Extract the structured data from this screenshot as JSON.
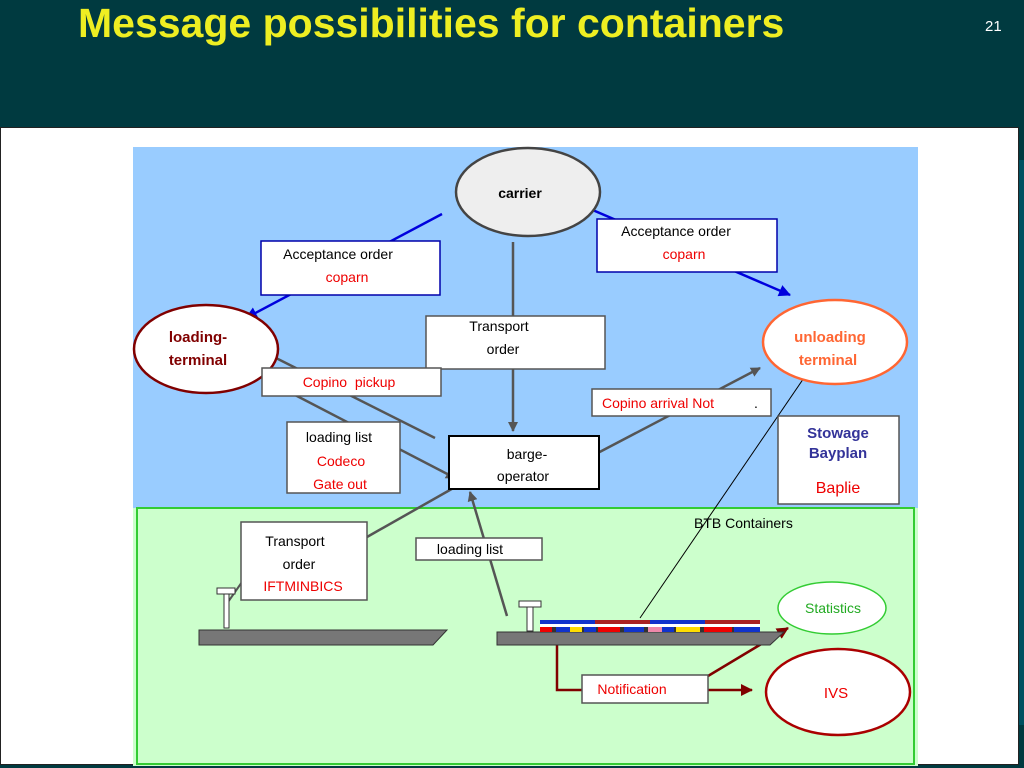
{
  "slide": {
    "title": "Message possibilities for containers",
    "number": "21"
  },
  "nodes": {
    "carrier": "carrier",
    "loading_terminal": [
      "loading-",
      "terminal"
    ],
    "unloading_terminal": [
      "unloading",
      "terminal"
    ],
    "barge_operator": [
      "barge-",
      "operator"
    ],
    "statistics": "Statistics",
    "ivs": "IVS"
  },
  "messages": {
    "acceptance_left": {
      "line1": "Acceptance order",
      "line2": "coparn"
    },
    "acceptance_right": {
      "line1": "Acceptance order",
      "line2": "coparn"
    },
    "transport_order_top": {
      "line1": "Transport",
      "line2": "order"
    },
    "copino_pickup": "Copino  pickup",
    "copino_arrival": {
      "text": "Copino arrival Not",
      "dot": "."
    },
    "loading_list_codeco": {
      "line1": "loading list",
      "line2": "Codeco",
      "line3": "Gate out"
    },
    "stowage": {
      "line1": "Stowage",
      "line2": "Bayplan",
      "line3": "Baplie"
    },
    "btb_label": "BTB Containers",
    "transport_order_bottom": {
      "line1": "Transport",
      "line2": "order",
      "line3": "IFTMINBICS"
    },
    "loading_list_bottom": "loading list",
    "notification": "Notification"
  },
  "colors": {
    "background": "#003a40",
    "title": "#eeee22",
    "upper_zone": "#99ccff",
    "lower_zone": "#ccffcc",
    "red_text": "#ee0000",
    "dark_red": "#800000",
    "blue_arrow": "#0000dd",
    "orange": "#ff6633",
    "stowage_blue": "#333399"
  }
}
